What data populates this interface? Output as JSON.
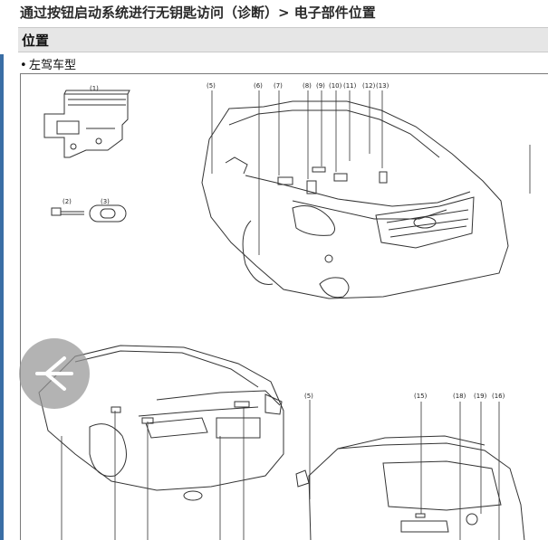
{
  "breadcrumb": "通过按钮启动系统进行无钥匙访问（诊断）> 电子部件位置",
  "section": {
    "title": "位置"
  },
  "bullet": {
    "marker": "•",
    "text": "左驾车型"
  },
  "figure": {
    "labels_top": [
      "(5)",
      "(6)",
      "(7)",
      "(8)",
      "(9)",
      "(10)",
      "(11)",
      "(12)",
      "(13)"
    ],
    "label_1": "(1)",
    "label_2": "(2)",
    "label_3": "(3)",
    "labels_bottom_right": [
      "(5)",
      "(15)",
      "(18)",
      "(19)",
      "(16)"
    ]
  },
  "back_button": {
    "icon": "arrow-left-icon"
  }
}
